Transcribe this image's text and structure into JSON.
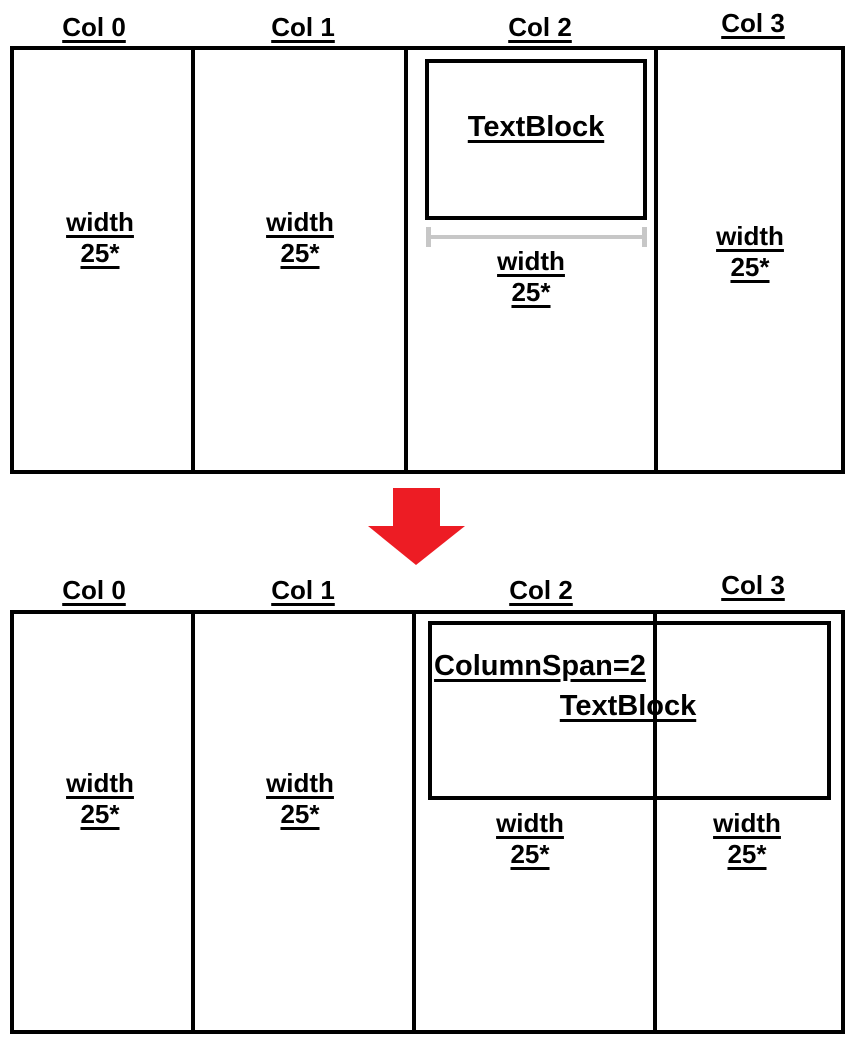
{
  "colors": {
    "background": "#FFFFFF",
    "line": "#000000",
    "text": "#000000",
    "arrow_red": "#ED1C24",
    "measure_gray": "#C7C7C7"
  },
  "top_grid": {
    "columns": [
      {
        "header": "Col 0",
        "width_label": "width",
        "width_value": "25*"
      },
      {
        "header": "Col 1",
        "width_label": "width",
        "width_value": "25*"
      },
      {
        "header": "Col 2",
        "width_label": "width",
        "width_value": "25*"
      },
      {
        "header": "Col 3",
        "width_label": "width",
        "width_value": "25*"
      }
    ],
    "textblock_label": "TextBlock",
    "measure_icon": "i-beam-width-measure"
  },
  "arrow": {
    "icon": "down-arrow",
    "color": "#ED1C24"
  },
  "bottom_grid": {
    "columns": [
      {
        "header": "Col 0",
        "width_label": "width",
        "width_value": "25*"
      },
      {
        "header": "Col 1",
        "width_label": "width",
        "width_value": "25*"
      },
      {
        "header": "Col 2",
        "width_label": "width",
        "width_value": "25*"
      },
      {
        "header": "Col 3",
        "width_label": "width",
        "width_value": "25*"
      }
    ],
    "columnspan_label": "ColumnSpan=2",
    "textblock_label": "TextBlock"
  }
}
